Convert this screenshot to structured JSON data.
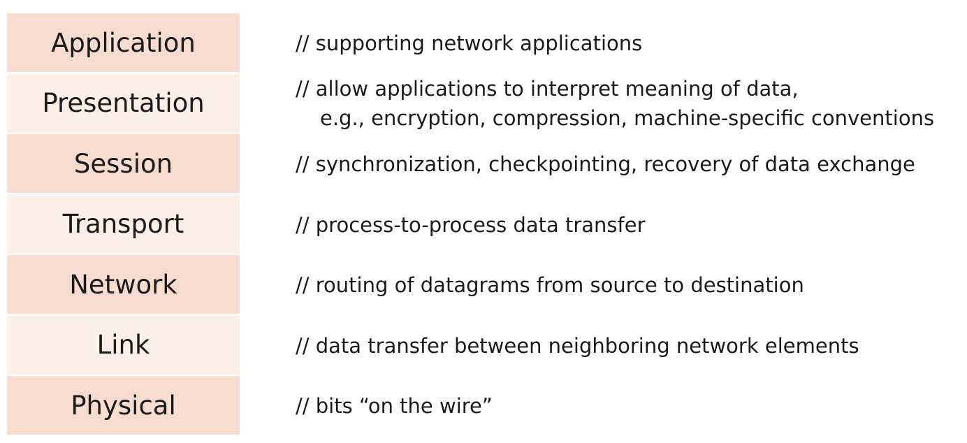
{
  "layers": [
    {
      "name": "Application",
      "description": "// supporting network applications",
      "description_line2": ""
    },
    {
      "name": "Presentation",
      "description": "// allow applications to interpret meaning of data,",
      "description_line2": "e.g., encryption, compression, machine-specific conventions"
    },
    {
      "name": "Session",
      "description": "// synchronization, checkpointing, recovery of data exchange",
      "description_line2": ""
    },
    {
      "name": "Transport",
      "description": "// process-to-process data transfer",
      "description_line2": ""
    },
    {
      "name": "Network",
      "description": "// routing of datagrams from source to destination",
      "description_line2": ""
    },
    {
      "name": "Link",
      "description": "// data transfer between neighboring  network elements",
      "description_line2": ""
    },
    {
      "name": "Physical",
      "description": "// bits “on the wire”",
      "description_line2": ""
    }
  ],
  "colors": {
    "box_dark": "#f7dccf",
    "box_light": "#fcefe8",
    "text": "#1a1a1a",
    "background": "#ffffff"
  }
}
